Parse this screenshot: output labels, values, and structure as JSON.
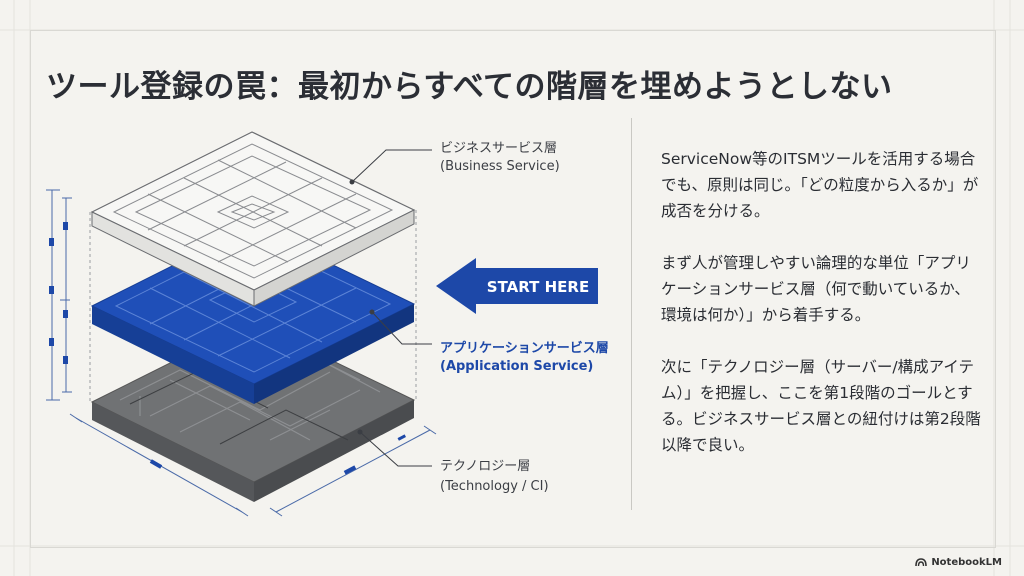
{
  "title": "ツール登録の罠：最初からすべての階層を埋めようとしない",
  "layers": {
    "business": {
      "jp": "ビジネスサービス層",
      "en": "(Business Service)"
    },
    "application": {
      "jp": "アプリケーションサービス層",
      "en": "(Application Service)"
    },
    "technology": {
      "jp": "テクノロジー層",
      "en": "(Technology / CI)"
    }
  },
  "start_arrow": "START HERE",
  "paragraphs": [
    "ServiceNow等のITSMツールを活用する場合でも、原則は同じ。「どの粒度から入るか」が成否を分ける。",
    "まず人が管理しやすい論理的な単位「アプリケーションサービス層（何で動いているか、環境は何か）」から着手する。",
    "次に「テクノロジー層（サーバー/構成アイテム）」を把握し、ここを第1段階のゴールとする。ビジネスサービス層との紐付けは第2段階以降で良い。"
  ],
  "brand": "NotebookLM",
  "colors": {
    "accent": "#1d48a8",
    "tech_gray": "#6b6d70",
    "background": "#f4f3ef"
  }
}
